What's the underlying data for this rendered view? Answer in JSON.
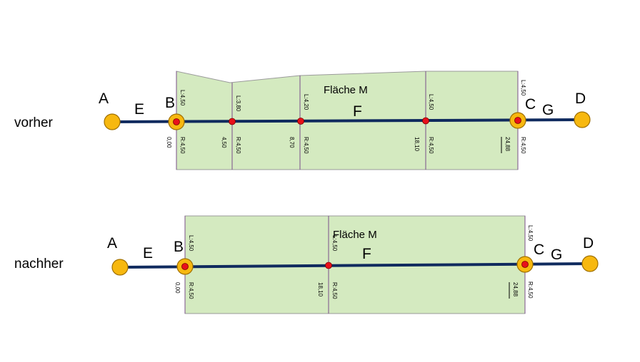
{
  "diagrams": [
    {
      "state_label": "vorher",
      "area_label": "Fläche M",
      "points": {
        "a": "A",
        "b": "B",
        "c": "C",
        "d": "D"
      },
      "segments": {
        "e": "E",
        "f": "F",
        "g": "G"
      },
      "sections": [
        {
          "left": "L:4,50",
          "right": "R:4,50",
          "station": "0,00"
        },
        {
          "left": "L:3,80",
          "right": "R:4,50",
          "station": "4,50"
        },
        {
          "left": "L:4,20",
          "right": "R:4,50",
          "station": "8,70"
        },
        {
          "left": "L:4,50",
          "right": "R:4,50",
          "station": "18,10"
        },
        {
          "left": "L:4,50",
          "right": "R:4,50",
          "station": "24,88"
        }
      ]
    },
    {
      "state_label": "nachher",
      "area_label": "Fläche M",
      "points": {
        "a": "A",
        "b": "B",
        "c": "C",
        "d": "D"
      },
      "segments": {
        "e": "E",
        "f": "F",
        "g": "G"
      },
      "sections": [
        {
          "left": "L:4,50",
          "right": "R:4,50",
          "station": "0,00"
        },
        {
          "left": "L:4,50",
          "right": "R:4,50",
          "station": "18,10"
        },
        {
          "left": "L:4,50",
          "right": "R:4,50",
          "station": "24,88"
        }
      ]
    }
  ]
}
